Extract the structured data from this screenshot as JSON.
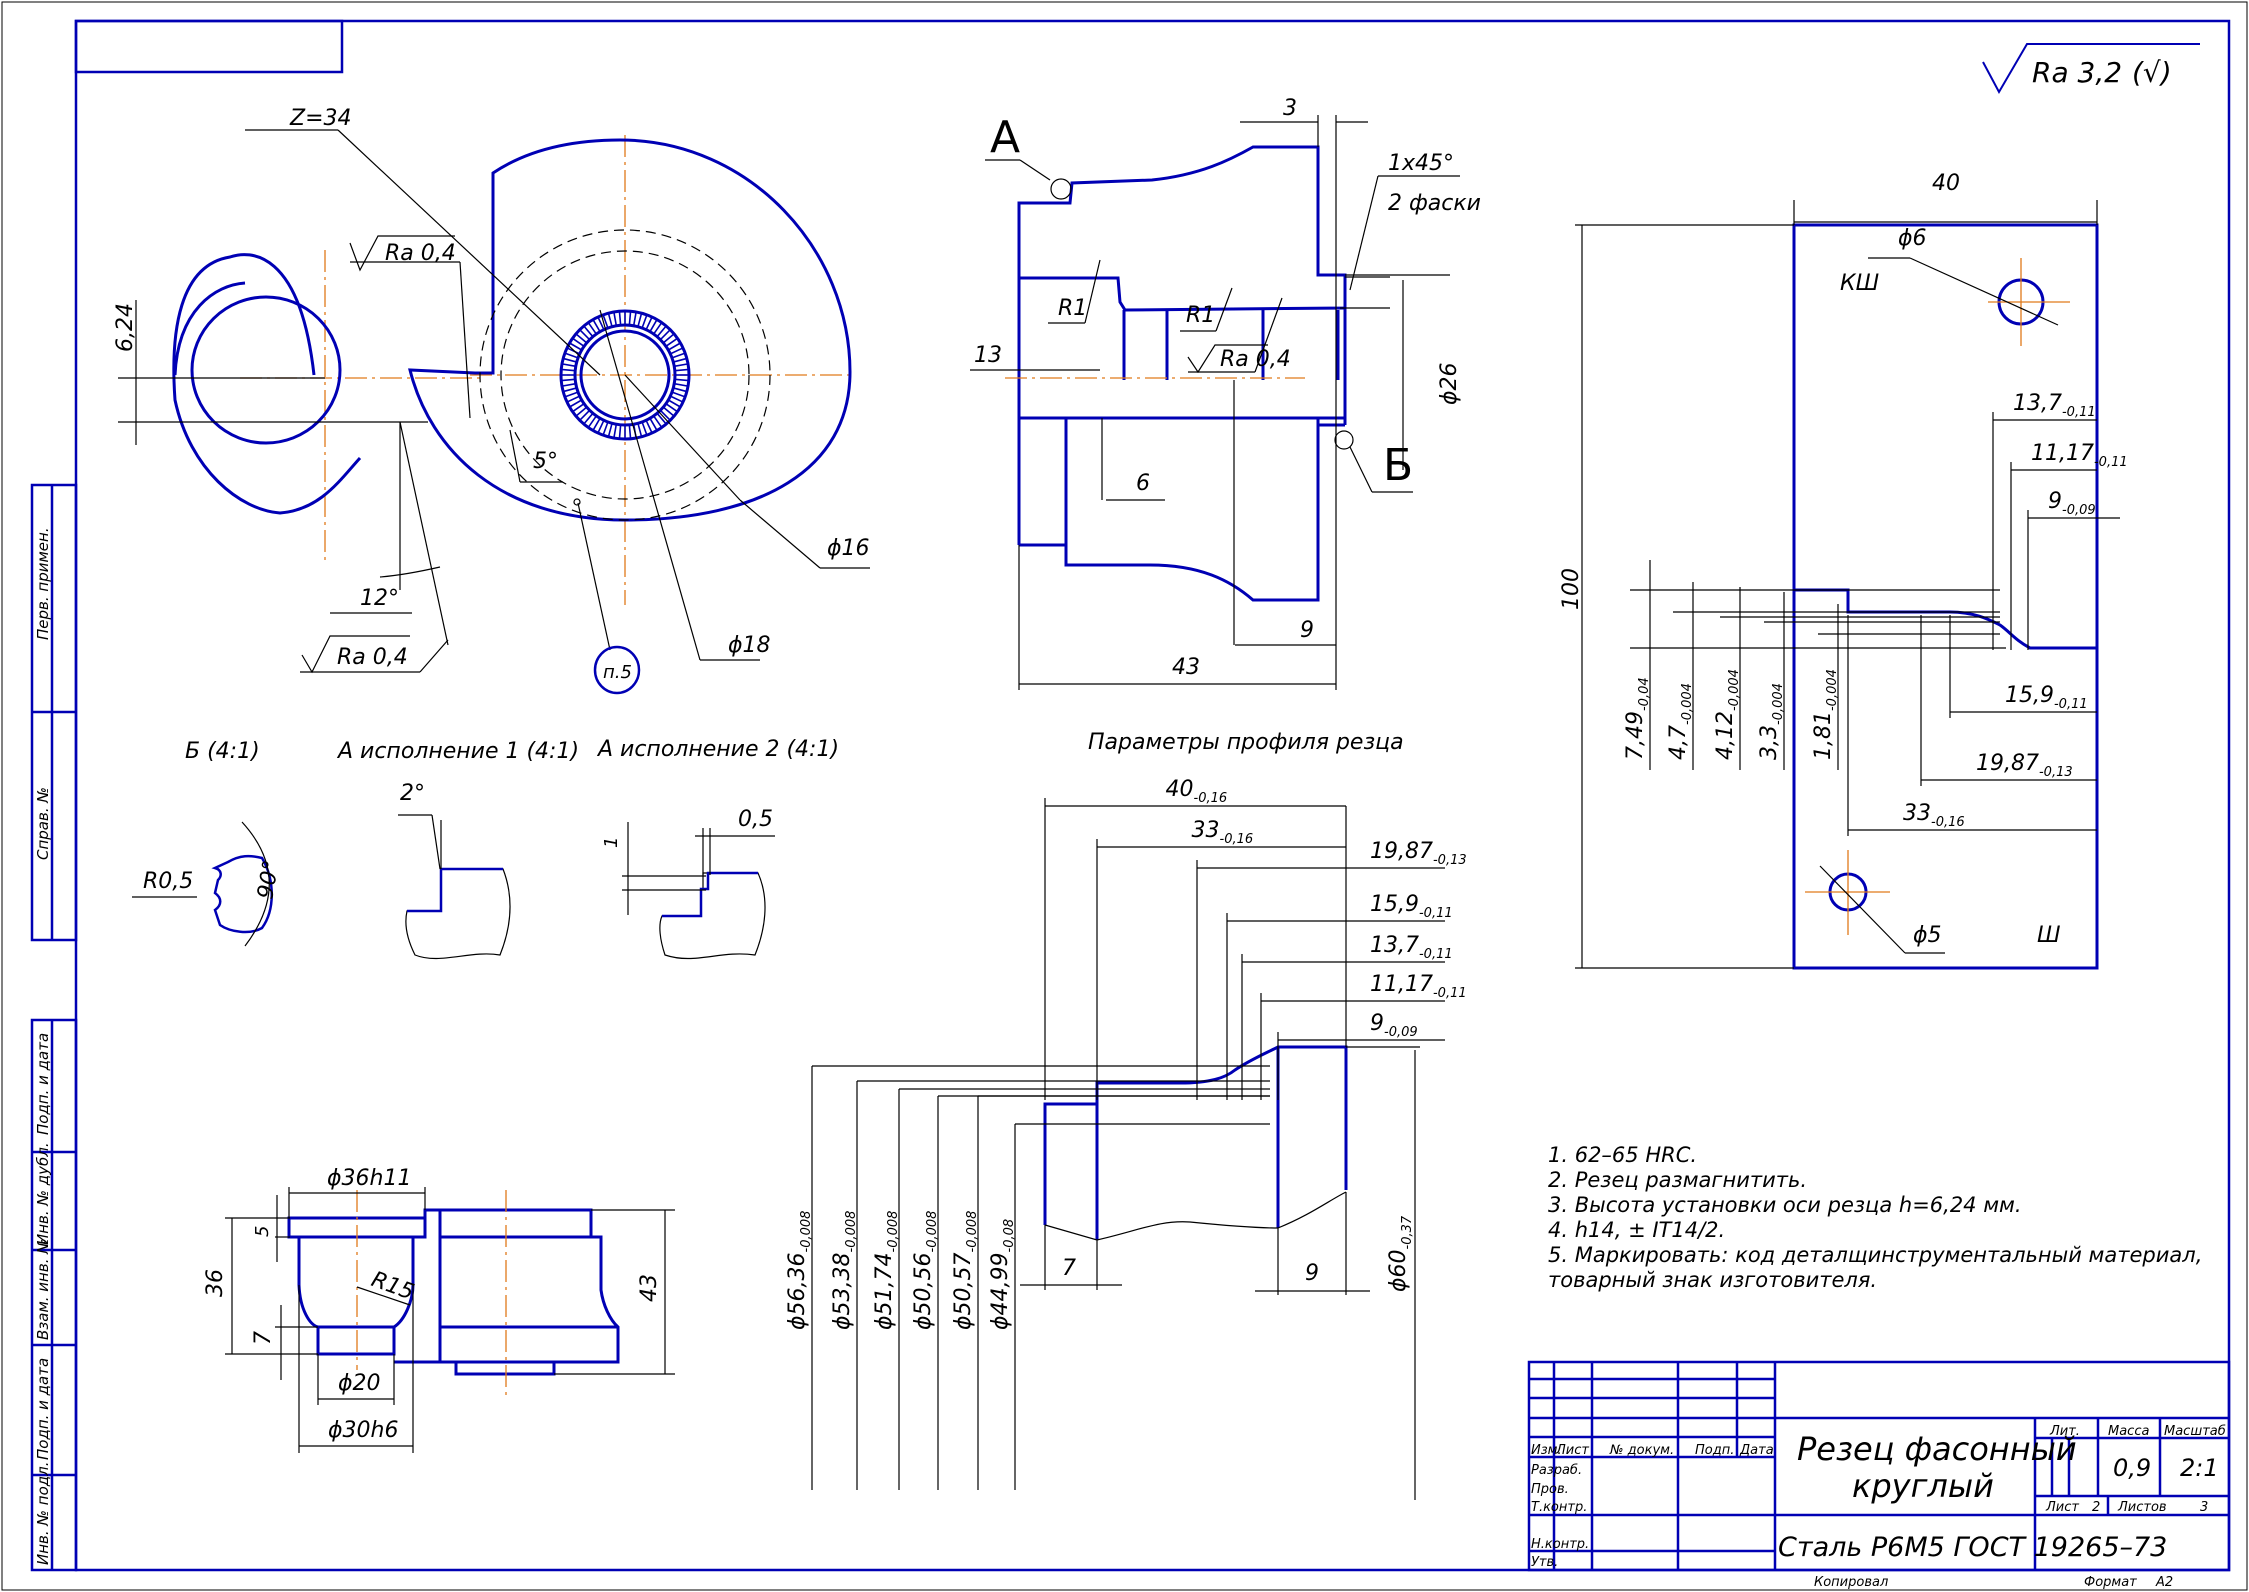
{
  "sheet": {
    "format": "A2",
    "colors": {
      "outline": "#0000b4",
      "axis": "#e07a1a",
      "dimension": "#000000"
    }
  },
  "roughness": {
    "general": "Ra 3,2",
    "general_suffix": "(√)"
  },
  "side_stamp": {
    "upper": [
      "Перв. примен.",
      "Справ. №"
    ],
    "lower": [
      "Подп. и дата",
      "Инв. № дубл.",
      "Взам. инв. №",
      "Подп. и дата",
      "Инв. № подл."
    ]
  },
  "front_view": {
    "teeth": "Z=34",
    "ra_upper": "Ra 0,4",
    "ra_lower": "Ra 0,4",
    "offset": "6,24",
    "angle_clearance": "5°",
    "angle_rake": "12°",
    "dia_16": "ϕ16",
    "dia_18": "ϕ18",
    "note_ref": "п.5"
  },
  "section_view": {
    "label_a": "А",
    "label_b": "Б",
    "dim_3": "3",
    "chamfer": "1x45°",
    "chamfer_count": "2 фаски",
    "r1_left": "R1",
    "r1_right": "R1",
    "ra": "Ra 0,4",
    "dim_13": "13",
    "dim_6": "6",
    "dim_9": "9",
    "dim_43": "43",
    "dia_26": "ϕ26"
  },
  "details": {
    "b_title": "Б (4:1)",
    "b_radius": "R0,5",
    "b_angle": "90°",
    "a1_title": "А исполнение 1 (4:1)",
    "a1_angle": "2°",
    "a2_title": "А исполнение 2 (4:1)",
    "a2_width": "0,5",
    "a2_depth": "1"
  },
  "blank_view": {
    "dia_36": "ϕ36h11",
    "dim_5": "5",
    "dim_36": "36",
    "radius": "R15",
    "dim_7": "7",
    "dia_20": "ϕ20",
    "dia_30": "ϕ30h6",
    "dim_43": "43"
  },
  "profile": {
    "title": "Параметры профиля резца",
    "horizontal": [
      {
        "value": "40",
        "tol": "-0,16"
      },
      {
        "value": "33",
        "tol": "-0,16"
      },
      {
        "value": "19,87",
        "tol": "-0,13"
      },
      {
        "value": "15,9",
        "tol": "-0,11"
      },
      {
        "value": "13,7",
        "tol": "-0,11"
      },
      {
        "value": "11,17",
        "tol": "-0,11"
      },
      {
        "value": "9",
        "tol": "-0,09"
      }
    ],
    "diameters": [
      {
        "value": "ϕ56,36",
        "tol": "-0,008"
      },
      {
        "value": "ϕ53,38",
        "tol": "-0,008"
      },
      {
        "value": "ϕ51,74",
        "tol": "-0,008"
      },
      {
        "value": "ϕ50,56",
        "tol": "-0,008"
      },
      {
        "value": "ϕ50,57",
        "tol": "-0,008"
      },
      {
        "value": "ϕ44,99",
        "tol": "-0,08"
      }
    ],
    "dim_7": "7",
    "dim_9": "9",
    "dia_60": "ϕ60",
    "dia_60_tol": "-0,37"
  },
  "template": {
    "width": "40",
    "height": "100",
    "hole_top": "ϕ6",
    "hole_top_mark": "КШ",
    "hole_bottom": "ϕ5",
    "hole_bottom_mark": "Ш",
    "right_dims": [
      {
        "value": "13,7",
        "tol": "-0,11"
      },
      {
        "value": "11,17",
        "tol": "-0,11"
      },
      {
        "value": "9",
        "tol": "-0,09"
      },
      {
        "value": "15,9",
        "tol": "-0,11"
      },
      {
        "value": "19,87",
        "tol": "-0,13"
      },
      {
        "value": "33",
        "tol": "-0,16"
      }
    ],
    "heights": [
      {
        "value": "7,49",
        "tol": "-0,04"
      },
      {
        "value": "4,7",
        "tol": "-0,004"
      },
      {
        "value": "4,12",
        "tol": "-0,004"
      },
      {
        "value": "3,3",
        "tol": "-0,004"
      },
      {
        "value": "1,81",
        "tol": "-0,004"
      }
    ]
  },
  "notes": [
    "1. 62–65 HRC.",
    "2. Резец размагнитить.",
    "3. Высота установки оси резца h=6,24 мм.",
    "4. h14, ± IT14/2.",
    "5. Маркировать:      код      деталщинструментальный      материал,",
    "товарный знак изготовителя."
  ],
  "title_block": {
    "headers": [
      "Изм.",
      "Лист",
      "№ докум.",
      "Подп.",
      "Дата"
    ],
    "roles": [
      "Разраб.",
      "Пров.",
      "Т.контр.",
      "",
      "Н.контр.",
      "Утв."
    ],
    "name_line1": "Резец фасонный",
    "name_line2": "круглый",
    "material": "Сталь Р6М5 ГОСТ 19265–73",
    "lit_label": "Лит.",
    "mass_label": "Масса",
    "scale_label": "Масштаб",
    "mass": "0,9",
    "scale": "2:1",
    "sheet_label": "Лист",
    "sheet": "2",
    "sheets_label": "Листов",
    "sheets": "3",
    "copied": "Копировал",
    "format_label": "Формат",
    "format": "A2"
  }
}
